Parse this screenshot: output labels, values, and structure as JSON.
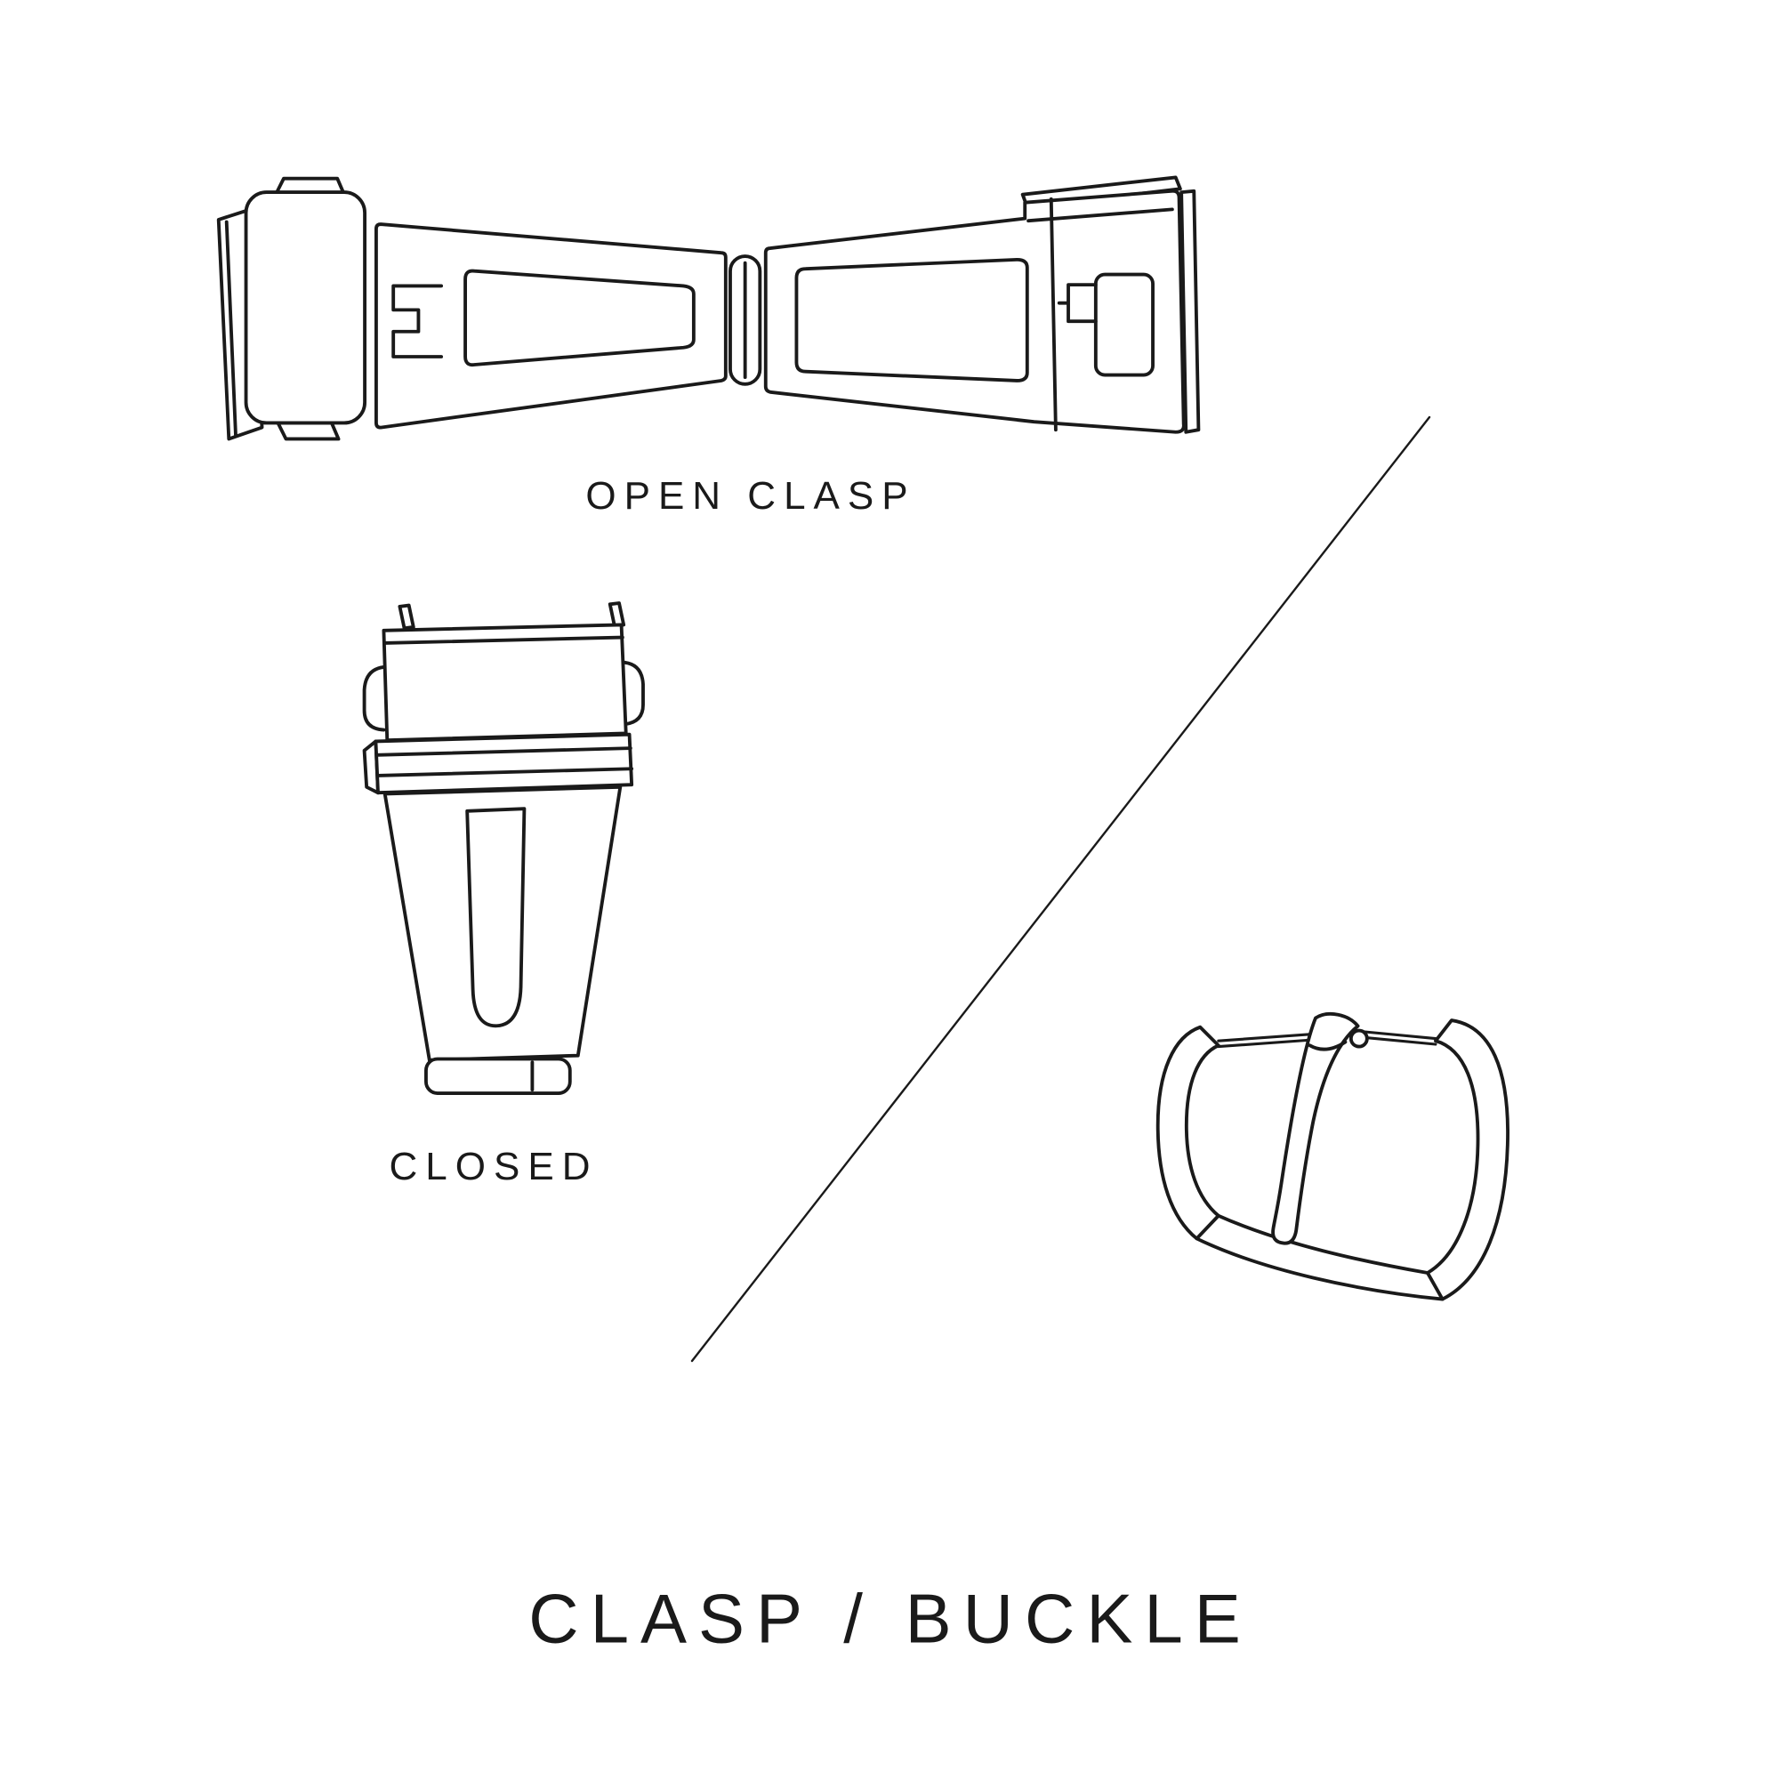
{
  "canvas": {
    "background": "#ffffff",
    "line_color": "#1a1a1a",
    "text_color": "#1a1a1a"
  },
  "diagram": {
    "title": "CLASP / BUCKLE",
    "figures": [
      {
        "name": "open-clasp",
        "label": "OPEN CLASP"
      },
      {
        "name": "closed-clasp",
        "label": "CLOSED"
      },
      {
        "name": "tang-buckle",
        "label": ""
      }
    ]
  }
}
